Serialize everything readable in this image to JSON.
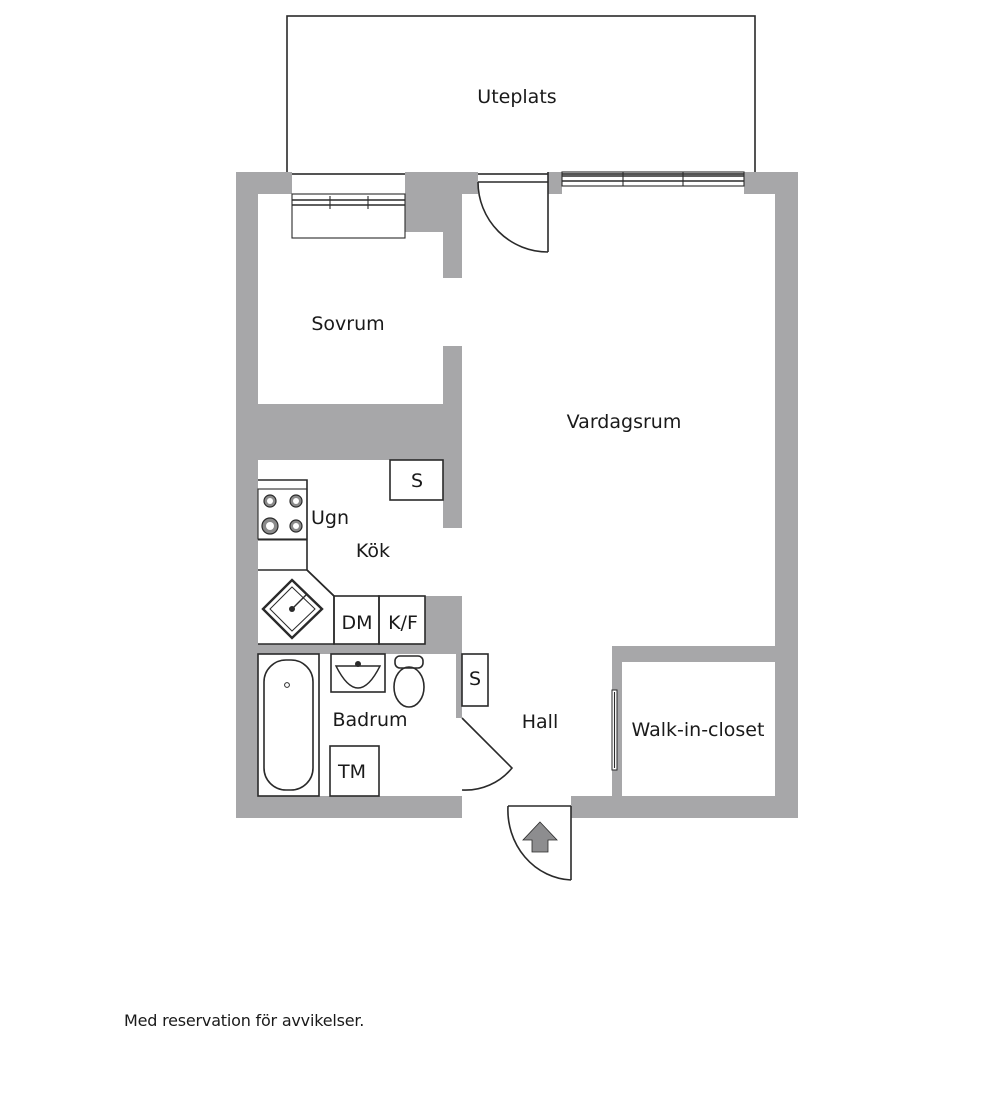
{
  "rooms": {
    "patio": "Uteplats",
    "bedroom": "Sovrum",
    "living_room": "Vardagsrum",
    "kitchen": "Kök",
    "bathroom": "Badrum",
    "hall": "Hall",
    "walk_in_closet": "Walk-in-closet"
  },
  "fixtures": {
    "oven": "Ugn",
    "dishwasher": "DM",
    "fridge_freezer": "K/F",
    "washing_machine": "TM",
    "wardrobe_kitchen": "S",
    "wardrobe_hall": "S"
  },
  "footer_note": "Med reservation för avvikelser.",
  "colors": {
    "wall": "#a7a7a9",
    "line": "#2a2a2a",
    "background": "#ffffff"
  }
}
